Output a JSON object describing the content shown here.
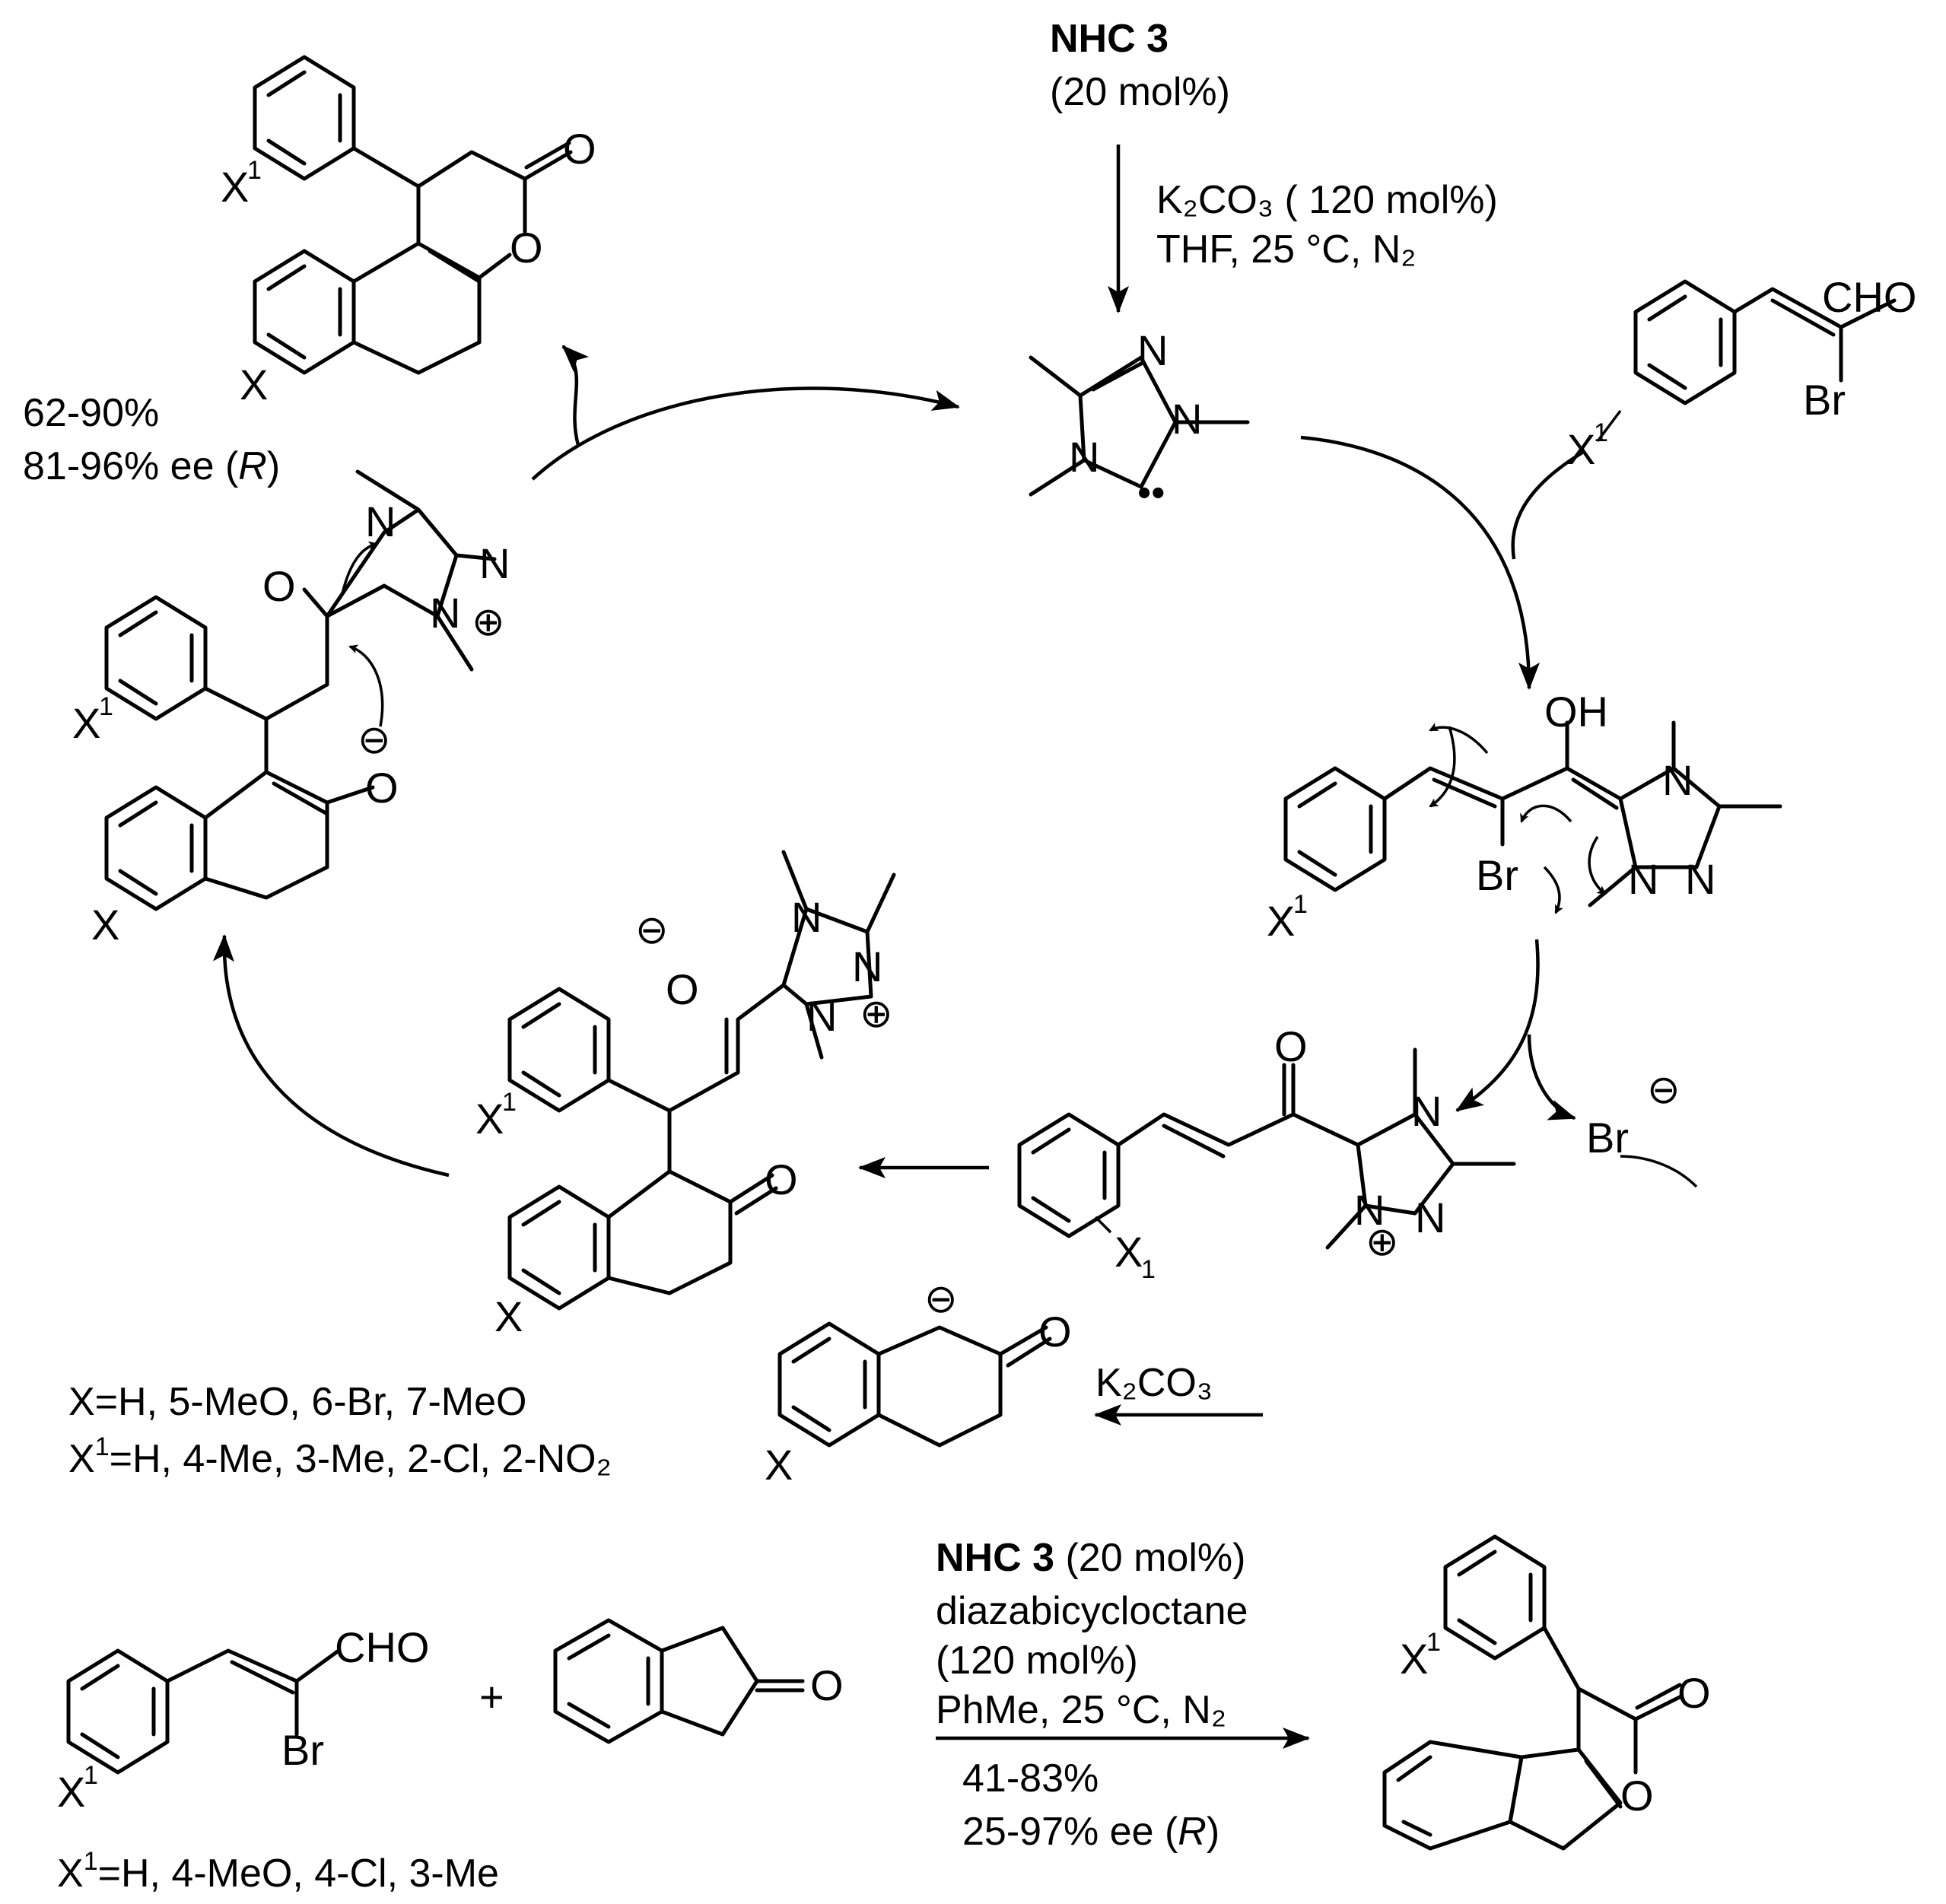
{
  "catalyst": {
    "name": "NHC 3",
    "loading": "(20 mol%)",
    "base_line": "K₂CO₃ ( 120 mol%)",
    "cond_line": "THF, 25 °C, N₂"
  },
  "atoms": {
    "O": "O",
    "N": "N",
    "Br": "Br",
    "OH": "OH",
    "CHO": "CHO",
    "X": "X",
    "X1": "X",
    "sup1": "1",
    "plus": "+"
  },
  "charges": {
    "anion": "⊖",
    "cation": "⊕",
    "lone_pair": "••",
    "bromide": "Br"
  },
  "product_top": {
    "yield": "62-90%",
    "ee": "81-96% ee (",
    "config": "R",
    "ee_close": ")"
  },
  "tetralone_step": {
    "reagent": "K₂CO₃"
  },
  "substituents_main": {
    "x_line": "X=H,  5-MeO, 6-Br, 7-MeO",
    "x1_prefix": "X",
    "x1_sup": "1",
    "x1_line": "=H, 4-Me, 3-Me, 2-Cl, 2-NO₂"
  },
  "second_reaction": {
    "plus": "+",
    "cond1_bold": "NHC 3",
    "cond1_rest": " (20 mol%)",
    "cond2": "diazabicycloctane",
    "cond3": "(120 mol%)",
    "cond4": "PhMe, 25 °C, N₂",
    "yield": "41-83%",
    "ee": "25-97% ee (",
    "config": "R",
    "ee_close": ")",
    "x1_prefix": "X",
    "x1_sup": "1",
    "x1_line": "=H, 4-MeO, 4-Cl, 3-Me"
  }
}
